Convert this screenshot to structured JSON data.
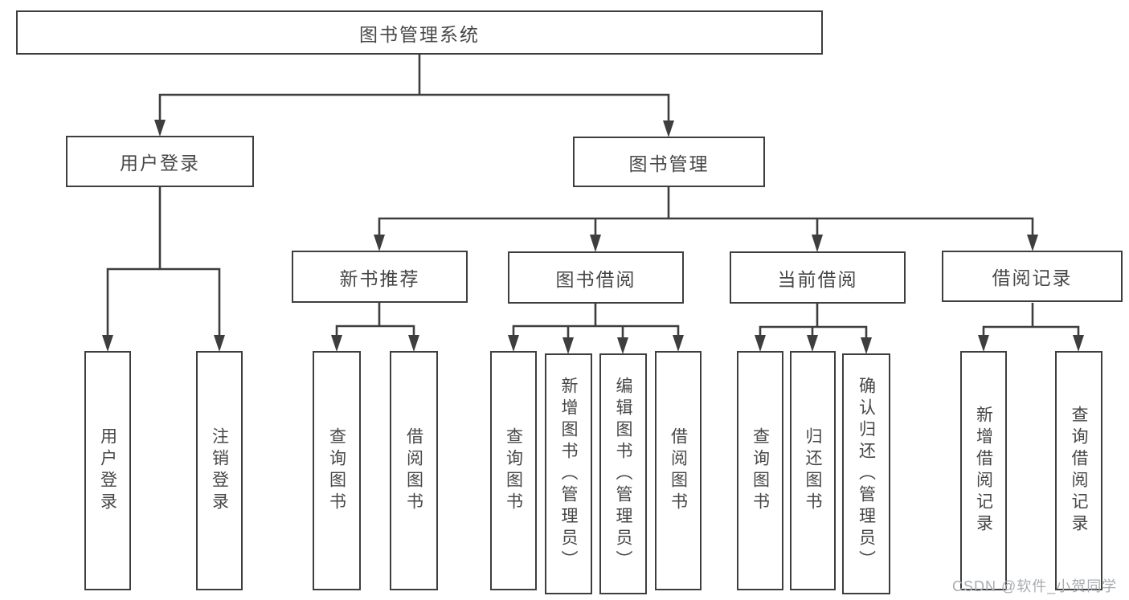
{
  "tree": {
    "label": "图书管理系统",
    "children": [
      {
        "label": "用户登录",
        "children": [
          {
            "label": "用户登录"
          },
          {
            "label": "注销登录"
          }
        ]
      },
      {
        "label": "图书管理",
        "children": [
          {
            "label": "新书推荐",
            "children": [
              {
                "label": "查询图书"
              },
              {
                "label": "借阅图书"
              }
            ]
          },
          {
            "label": "图书借阅",
            "children": [
              {
                "label": "查询图书"
              },
              {
                "label": "新增图书（管理员）"
              },
              {
                "label": "编辑图书（管理员）"
              },
              {
                "label": "借阅图书"
              }
            ]
          },
          {
            "label": "当前借阅",
            "children": [
              {
                "label": "查询图书"
              },
              {
                "label": "归还图书"
              },
              {
                "label": "确认归还（管理员）"
              }
            ]
          },
          {
            "label": "借阅记录",
            "children": [
              {
                "label": "新增借阅记录"
              },
              {
                "label": "查询借阅记录"
              }
            ]
          }
        ]
      }
    ]
  },
  "watermark": {
    "text": "CSDN @软件_小贺同学"
  },
  "colors": {
    "line": "#3e3e3e",
    "border": "#3e3e3e",
    "text": "#474747",
    "watermark": "#a8acb2",
    "background": "#ffffff"
  }
}
